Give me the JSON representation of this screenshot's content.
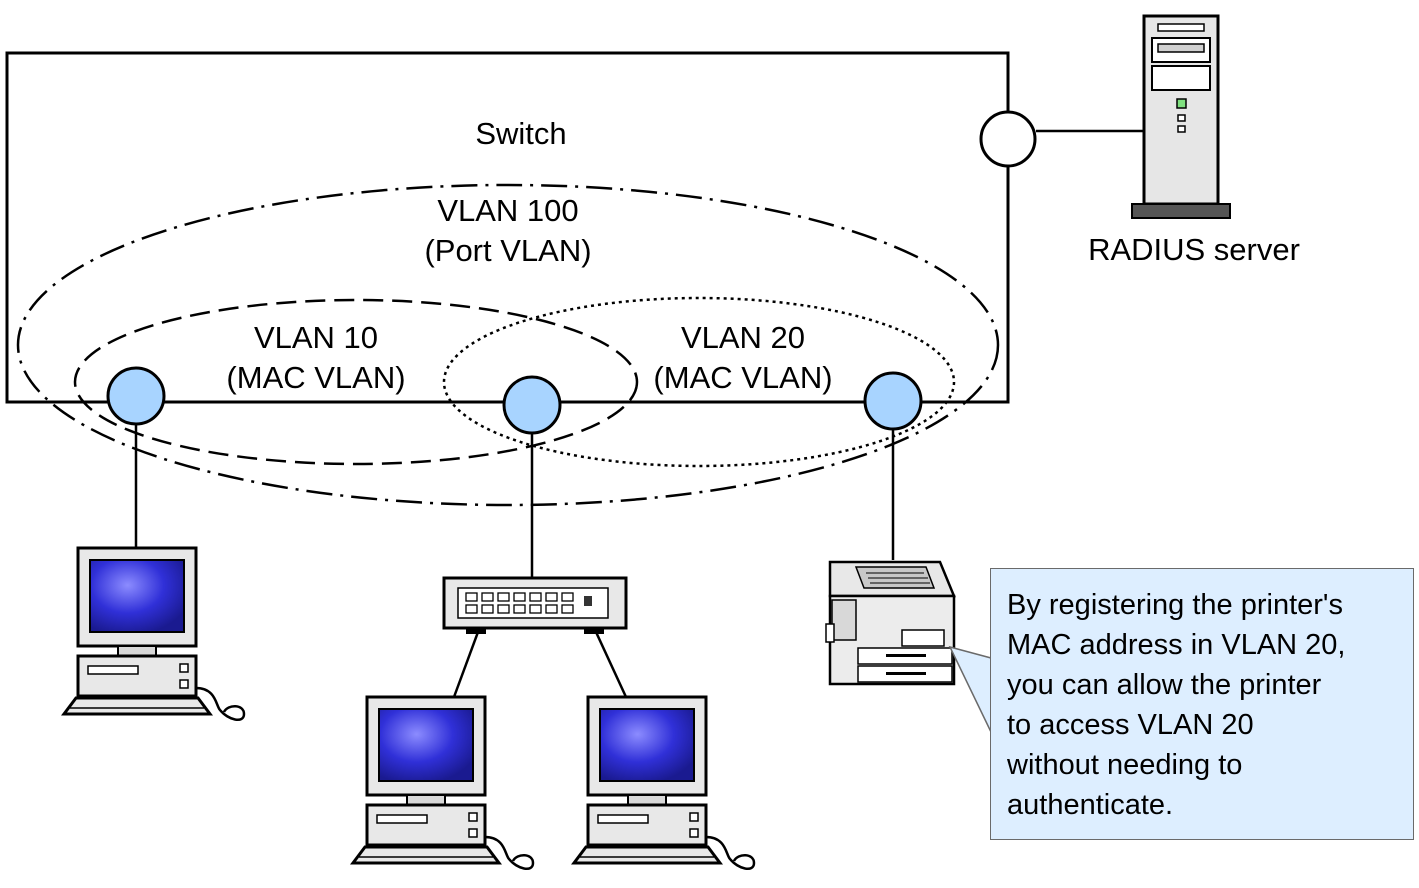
{
  "switch": {
    "label": "Switch"
  },
  "radius": {
    "label": "RADIUS server"
  },
  "vlan100": {
    "line1": "VLAN 100",
    "line2": "(Port VLAN)"
  },
  "vlan10": {
    "line1": "VLAN 10",
    "line2": "(MAC VLAN)"
  },
  "vlan20": {
    "line1": "VLAN 20",
    "line2": "(MAC VLAN)"
  },
  "note": {
    "lines": [
      "By registering the printer's",
      "MAC address in VLAN 20,",
      "you can allow the printer",
      "to access VLAN 20",
      "without needing to",
      "authenticate."
    ]
  },
  "colors": {
    "port_fill": "#a8d4ff",
    "note_bg": "#ddeeff",
    "screen": "#3a3ae0"
  }
}
